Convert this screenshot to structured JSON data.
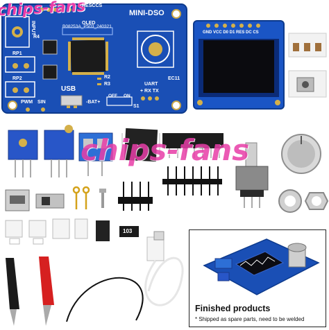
{
  "watermark": {
    "top": "chips-fans",
    "center": "chips-fans"
  },
  "main_board": {
    "title": "MINI-DSO",
    "header_label": "RESCCS",
    "oled_label": "OLED",
    "pcb_code": "B08253A_P503_240321",
    "input_label": "INPUT",
    "usb_label": "USB",
    "uart_label": "UART",
    "uart_pins": "+ RX TX",
    "pwm_label": "PWM",
    "sin_label": "SIN",
    "bat_label": "-BAT+",
    "off_label": "OFF",
    "on_label": "ON",
    "ref_designators": [
      "R4",
      "RP1",
      "RP2",
      "R2",
      "R3",
      "EC11",
      "S1"
    ]
  },
  "oled_module": {
    "pin_labels": "GND VCC D0 D1 RES DC CS"
  },
  "resistor": {
    "code": "103"
  },
  "finished": {
    "title": "Finished products",
    "note": "* Shipped as spare parts, need to be welded"
  }
}
